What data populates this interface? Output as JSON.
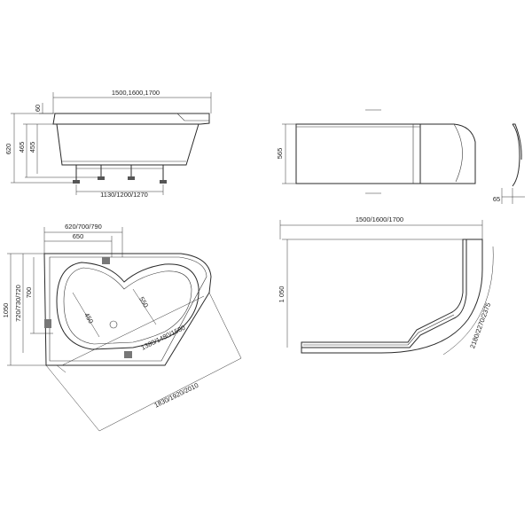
{
  "side_view": {
    "top_width": "1500,1600,1700",
    "rim_height": "60",
    "total_height": "620",
    "h_465": "465",
    "h_455": "455",
    "leg_span": "1130/1200/1270"
  },
  "panel_view": {
    "height": "565",
    "depth": "65"
  },
  "top_view": {
    "w_outer": "620/700/790",
    "w_inner": "650",
    "height": "1050",
    "h_multi": "720/730/720",
    "h_700": "700",
    "d_450": "450",
    "d_550": "550",
    "diag_inner": "1380/1480/1580",
    "diag_outer": "1830/1920/2010"
  },
  "panel_plan": {
    "width": "1500/1600/1700",
    "height": "1 050",
    "arc": "2180/2270/2375"
  },
  "colors": {
    "line": "#2a2a2a",
    "background": "#ffffff",
    "fixture": "#777777"
  }
}
